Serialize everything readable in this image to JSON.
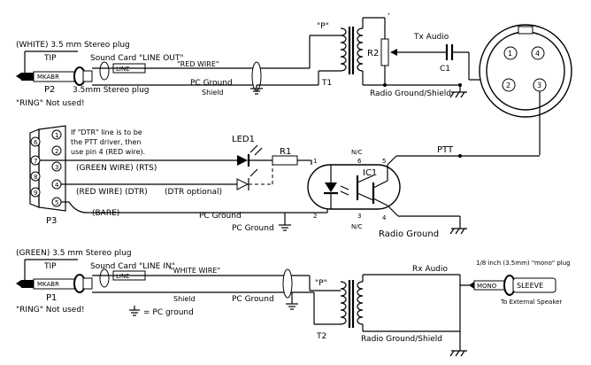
{
  "top_section": {
    "plug_title": "(WHITE) 3.5 mm Stereo plug",
    "tip_label": "TIP",
    "soundcard_label": "Sound Card \"LINE OUT\"",
    "red_wire_label": "\"RED WIRE\"",
    "p2_label": "P2",
    "stereo_plug_label": "3.5mm Stereo plug",
    "ring_note": "\"RING\" Not used!",
    "pc_ground_label": "PC Ground",
    "shield_label": "Shield",
    "p_mark": "\"P\"",
    "t1_label": "T1",
    "r2_label": "R2",
    "tx_audio_label": "Tx Audio",
    "c1_label": "C1",
    "radio_ground_shield_label": "Radio Ground/Shield",
    "mic_pins": [
      "1",
      "4",
      "2",
      "3"
    ]
  },
  "middle_section": {
    "db9_pins": [
      "6",
      "7",
      "8",
      "9",
      "1",
      "2",
      "3",
      "4",
      "5"
    ],
    "dtr_note": [
      "If \"DTR\" line is to be",
      "the PTT driver, then",
      "use pin 4 (RED wire)."
    ],
    "led1_label": "LED1",
    "r1_label": "R1",
    "green_wire_label": "(GREEN WIRE) (RTS)",
    "red_wire_dtr_label": "(RED WIRE) (DTR)",
    "dtr_optional_label": "(DTR optional)",
    "bare_label": "(BARE)",
    "p3_label": "P3",
    "pc_ground_label": "PC Ground",
    "pc_ground_label_2": "PC Ground",
    "nc_label_top": "N/C",
    "nc_label_bottom": "N/C",
    "ic1_label": "IC1",
    "ic1_pins": [
      "1",
      "2",
      "3",
      "4",
      "5",
      "6"
    ],
    "ptt_label": "PTT",
    "radio_ground_label": "Radio Ground"
  },
  "bottom_section": {
    "plug_title": "(GREEN) 3.5 mm Stereo plug",
    "tip_label": "TIP",
    "soundcard_label": "Sound Card \"LINE IN\"",
    "white_wire_label": "\"WHITE WIRE\"",
    "p1_label": "P1",
    "ring_note": "\"RING\" Not used!",
    "shield_label": "Shield",
    "pc_ground_label": "PC Ground",
    "pc_ground_legend": "= PC ground",
    "p_mark": "\"P\"",
    "t2_label": "T2",
    "rx_audio_label": "Rx Audio",
    "mono_plug_label": "1/8 inch (3.5mm) \"mono\" plug",
    "sleeve_label": "SLEEVE",
    "speaker_label": "To External Speaker",
    "radio_ground_shield_label": "Radio Ground/Shield"
  }
}
